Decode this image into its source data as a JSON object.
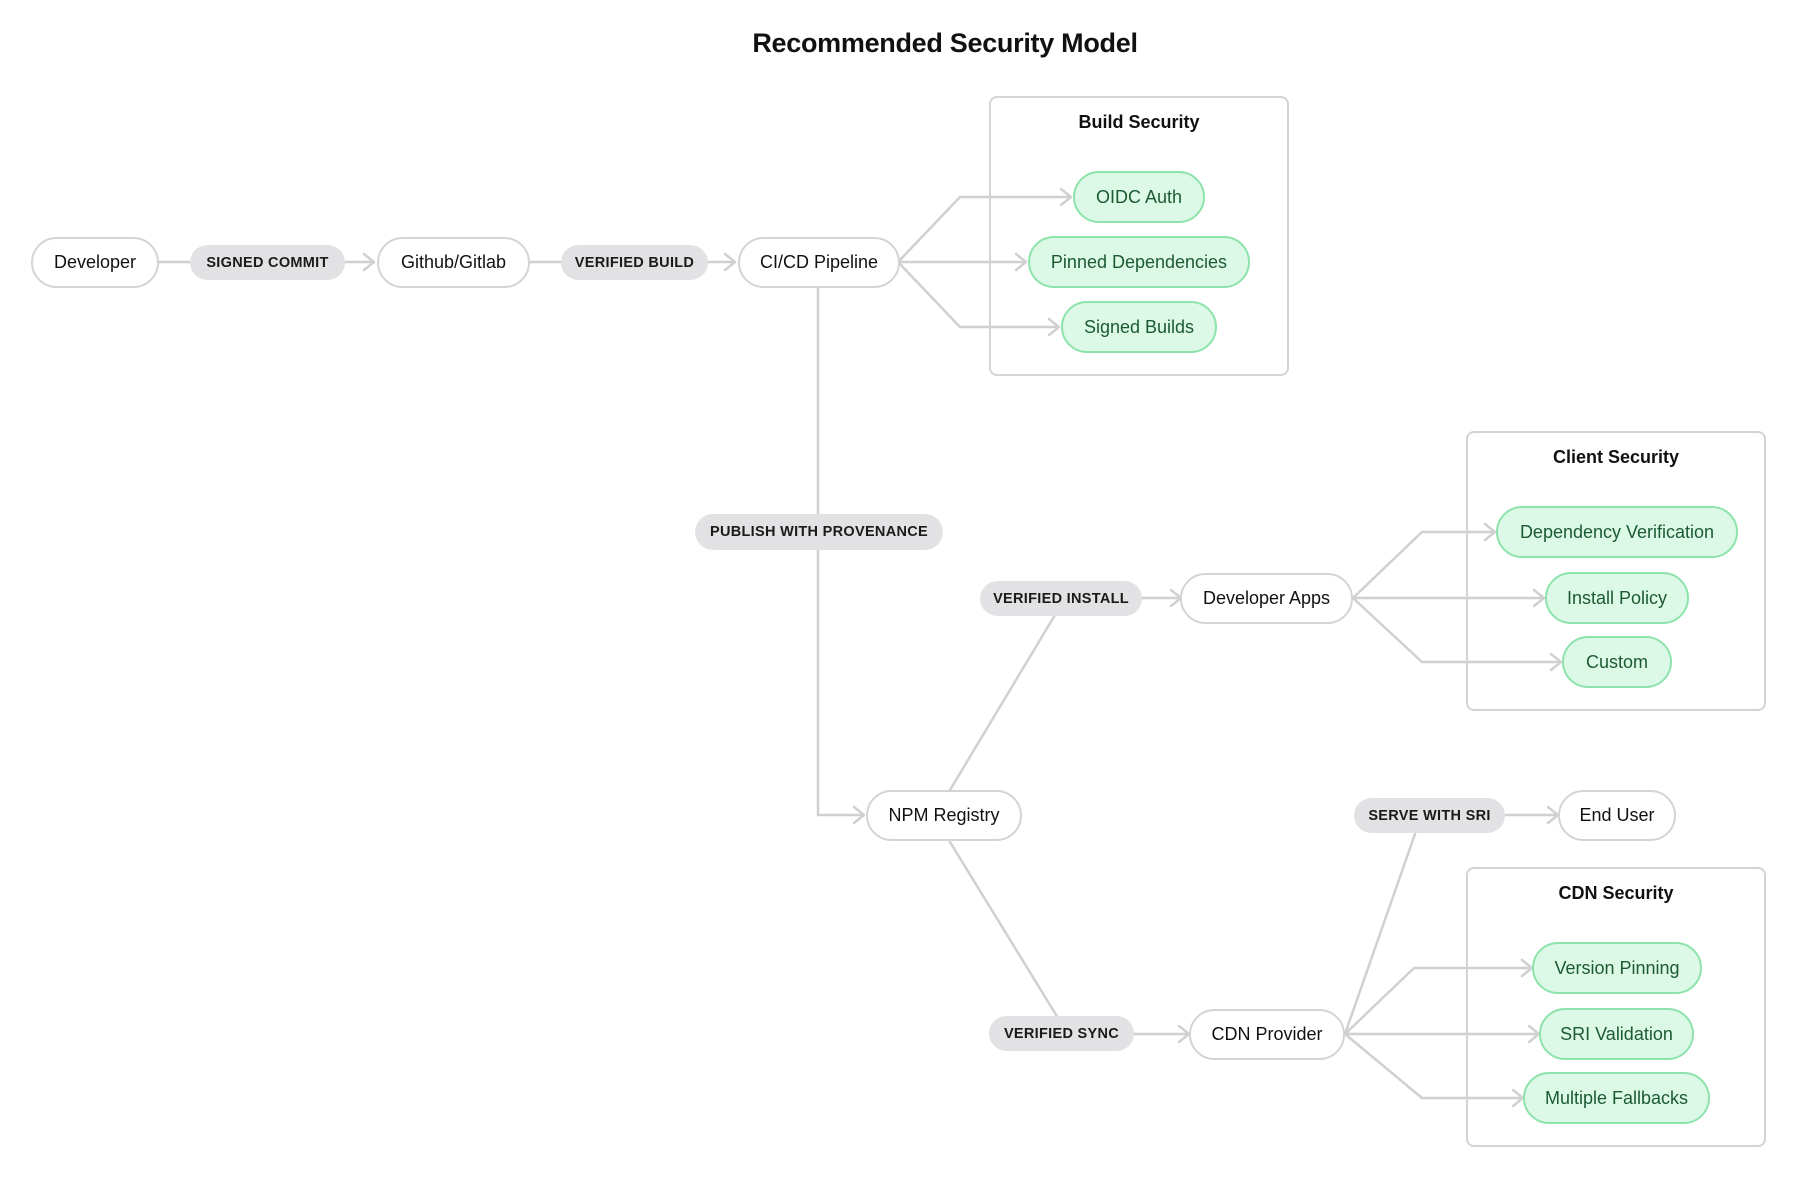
{
  "title": "Recommended Security Model",
  "colors": {
    "edge": "#d0d0d0",
    "node_border": "#d4d4d4",
    "green_fill": "#dcf8e6",
    "green_border": "#8de3ab",
    "pill_fill": "#e2e2e4"
  },
  "groups": {
    "build": "Build Security",
    "client": "Client Security",
    "cdn": "CDN Security"
  },
  "nodes": {
    "developer": "Developer",
    "github": "Github/Gitlab",
    "cicd": "CI/CD Pipeline",
    "oidc": "OIDC Auth",
    "pinned": "Pinned Dependencies",
    "signed_builds": "Signed Builds",
    "npm": "NPM Registry",
    "dev_apps": "Developer Apps",
    "dep_verification": "Dependency Verification",
    "install_policy": "Install Policy",
    "custom": "Custom",
    "end_user": "End User",
    "cdn_provider": "CDN Provider",
    "version_pinning": "Version Pinning",
    "sri_validation": "SRI Validation",
    "multiple_fallbacks": "Multiple Fallbacks"
  },
  "edge_labels": {
    "signed_commit": "SIGNED COMMIT",
    "verified_build": "VERIFIED BUILD",
    "publish_provenance": "PUBLISH WITH PROVENANCE",
    "verified_install": "VERIFIED INSTALL",
    "serve_sri": "SERVE WITH SRI",
    "verified_sync": "VERIFIED SYNC"
  }
}
